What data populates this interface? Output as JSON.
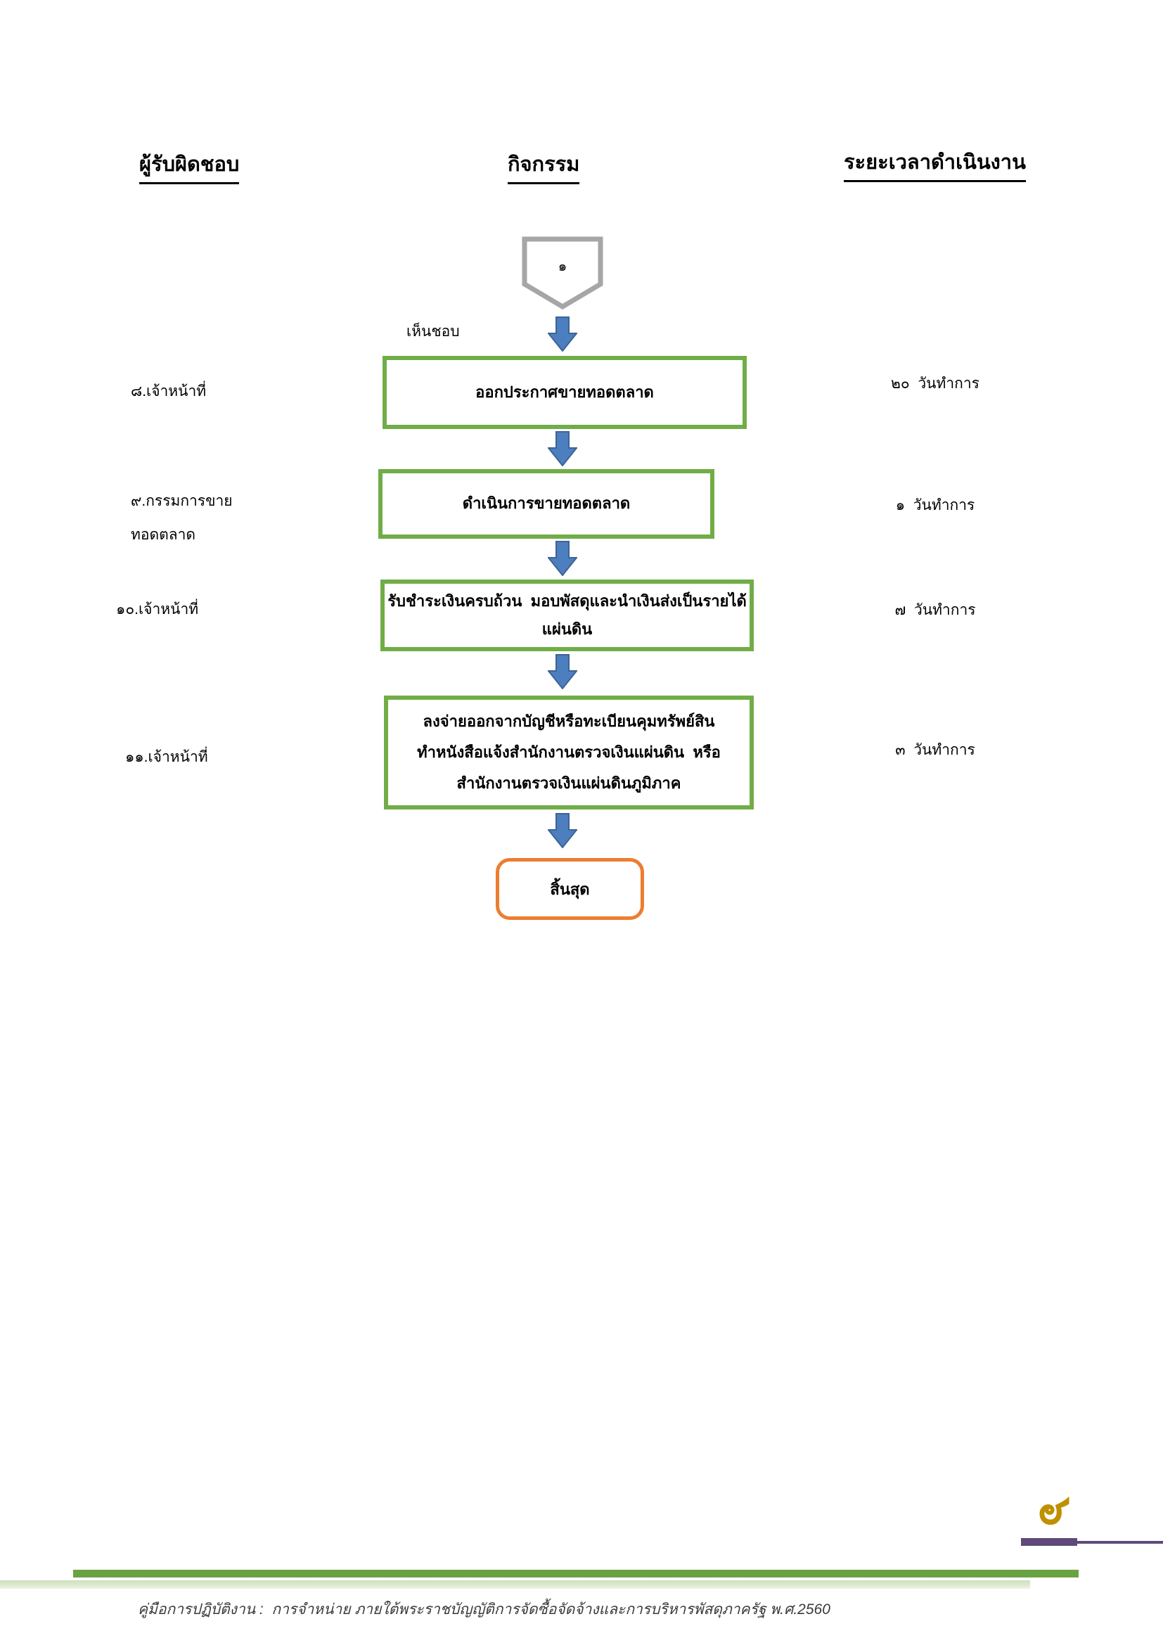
{
  "columns": {
    "responsible": "ผู้รับผิดชอบ",
    "activity": "กิจกรรม",
    "duration": "ระยะเวลาดำเนินงาน"
  },
  "flowchart": {
    "connector_label": "๑",
    "approve_label": "เห็นชอบ",
    "steps": [
      {
        "responsible_lines": [
          "๘.เจ้าหน้าที่"
        ],
        "activity_lines": [
          "ออกประกาศขายทอดตลาด"
        ],
        "duration": "๒๐  วันทำการ"
      },
      {
        "responsible_lines": [
          "๙.กรรมการขาย",
          "ทอดตลาด"
        ],
        "activity_lines": [
          "ดำเนินการขายทอดตลาด"
        ],
        "duration": "๑  วันทำการ"
      },
      {
        "responsible_lines": [
          "๑๐.เจ้าหน้าที่"
        ],
        "activity_lines": [
          "รับชำระเงินครบถ้วน  มอบพัสดุและนำเงินส่งเป็นรายได้",
          "แผ่นดิน"
        ],
        "duration": "๗  วันทำการ"
      },
      {
        "responsible_lines": [
          "๑๑.เจ้าหน้าที่"
        ],
        "activity_lines": [
          "ลงจ่ายออกจากบัญชีหรือทะเบียนคุมทรัพย์สิน",
          "ทำหนังสือแจ้งสำนักงานตรวจเงินแผ่นดิน  หรือ",
          "สำนักงานตรวจเงินแผ่นดินภูมิภาค"
        ],
        "duration": "๓  วันทำการ"
      }
    ],
    "end_label": "สิ้นสุด"
  },
  "page_number": "๖",
  "footer": {
    "text": "คู่มือการปฏิบัติงาน :  การจำหน่าย ภายใต้พระราชบัญญัติการจัดซื้อจัดจ้างและการบริหารพัสดุภาครัฐ พ.ศ.2560"
  },
  "colors": {
    "box_border_green": "#70AD47",
    "arrow_blue": "#4D7EBF",
    "arrow_blue_border": "#3C6494",
    "end_border_orange": "#ED7D31",
    "connector_gray": "#A6A6A6",
    "page_number_gold": "#BF9000",
    "footer_purple": "#5F497A",
    "footer_green_dark": "#69A341",
    "footer_green_pale": "#DCE8CE"
  }
}
